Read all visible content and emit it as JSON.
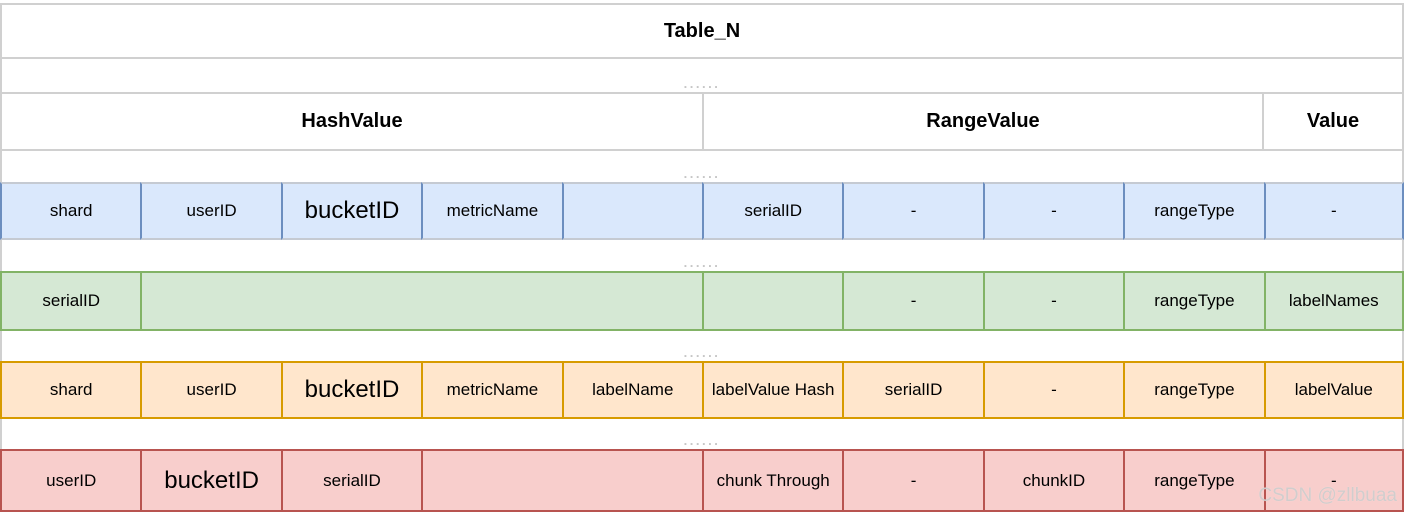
{
  "title": "Table_N",
  "separator_dots": "......",
  "watermark": "CSDN @zllbuaa",
  "colors": {
    "grid_stroke": "#d0d0d0",
    "blue_fill": "#dae8fc",
    "blue_stroke": "#6c8ebf",
    "blue_horizontal_stroke": "#c5cad2",
    "green_fill": "#d5e8d4",
    "green_stroke": "#82b366",
    "orange_fill": "#ffe6cc",
    "orange_stroke": "#d79b00",
    "red_fill": "#f8cecc",
    "red_stroke": "#b85450",
    "dots_color": "#c6c6c6"
  },
  "header": {
    "columns": [
      {
        "label": "HashValue",
        "span": 5
      },
      {
        "label": "RangeValue",
        "span": 4
      },
      {
        "label": "Value",
        "span": 1
      }
    ]
  },
  "rows": [
    {
      "color_name": "blue",
      "fill": "#dae8fc",
      "stroke": "#6c8ebf",
      "h_stroke": "#c5cad2",
      "cells": [
        {
          "text": "shard",
          "span": 1
        },
        {
          "text": "userID",
          "span": 1
        },
        {
          "text": "bucketID",
          "span": 1,
          "large": true
        },
        {
          "text": "metricName",
          "span": 1
        },
        {
          "text": "",
          "span": 1
        },
        {
          "text": "serialID",
          "span": 1
        },
        {
          "text": "-",
          "span": 1
        },
        {
          "text": "-",
          "span": 1
        },
        {
          "text": "rangeType",
          "span": 1
        },
        {
          "text": "-",
          "span": 1
        }
      ]
    },
    {
      "color_name": "green",
      "fill": "#d5e8d4",
      "stroke": "#82b366",
      "h_stroke": "#82b366",
      "cells": [
        {
          "text": "serialID",
          "span": 1
        },
        {
          "text": "",
          "span": 4
        },
        {
          "text": "",
          "span": 1
        },
        {
          "text": "-",
          "span": 1
        },
        {
          "text": "-",
          "span": 1
        },
        {
          "text": "rangeType",
          "span": 1
        },
        {
          "text": "labelNames",
          "span": 1
        }
      ]
    },
    {
      "color_name": "orange",
      "fill": "#ffe6cc",
      "stroke": "#d79b00",
      "h_stroke": "#d79b00",
      "cells": [
        {
          "text": "shard",
          "span": 1
        },
        {
          "text": "userID",
          "span": 1
        },
        {
          "text": "bucketID",
          "span": 1,
          "large": true
        },
        {
          "text": "metricName",
          "span": 1
        },
        {
          "text": "labelName",
          "span": 1
        },
        {
          "text": "labelValue Hash",
          "span": 1
        },
        {
          "text": "serialID",
          "span": 1
        },
        {
          "text": "-",
          "span": 1
        },
        {
          "text": "rangeType",
          "span": 1
        },
        {
          "text": "labelValue",
          "span": 1
        }
      ]
    },
    {
      "color_name": "red",
      "fill": "#f8cecc",
      "stroke": "#b85450",
      "h_stroke": "#b85450",
      "cells": [
        {
          "text": "userID",
          "span": 1
        },
        {
          "text": "bucketID",
          "span": 1,
          "large": true
        },
        {
          "text": "serialID",
          "span": 1
        },
        {
          "text": "",
          "span": 2
        },
        {
          "text": "chunk Through",
          "span": 1
        },
        {
          "text": "-",
          "span": 1
        },
        {
          "text": "chunkID",
          "span": 1
        },
        {
          "text": "rangeType",
          "span": 1
        },
        {
          "text": "-",
          "span": 1
        }
      ]
    }
  ]
}
